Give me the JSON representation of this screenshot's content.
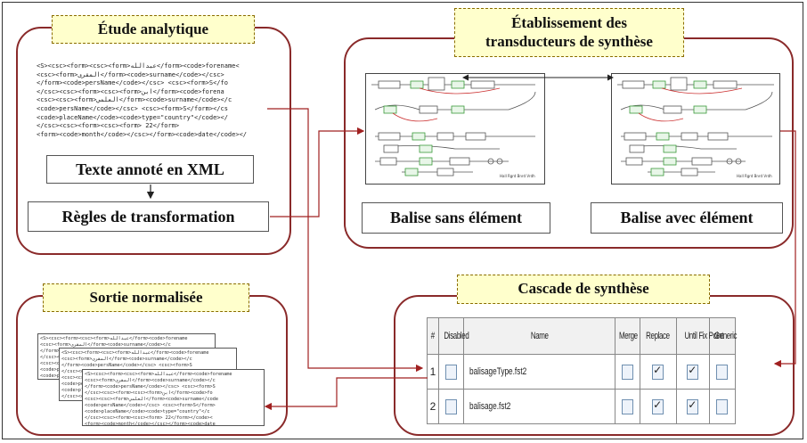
{
  "panels": {
    "etude": {
      "title": "Étude analytique"
    },
    "etablissement": {
      "title_line1": "Établissement des",
      "title_line2": "transducteurs de synthèse"
    },
    "sortie": {
      "title": "Sortie normalisée"
    },
    "cascade": {
      "title": "Cascade de synthèse"
    }
  },
  "boxes": {
    "texte_xml": "Texte annoté en XML",
    "regles": "Règles de transformation",
    "balise_sans": "Balise sans élément",
    "balise_avec": "Balise avec élément"
  },
  "xml_lines": [
    "<S><csc><form><csc><form>عبدالله</form><code>forename<",
    "<csc><form>المقرى</form><code>surname</code></csc>",
    "</form><code>persName</code></csc> <csc><form>S</fo",
    "</csc><csc><form><csc><form>ابن</form><code>forena",
    "<csc><csc><form>العلمي</form><code>surname</code></c",
    "<code>persName</code></csc> <csc><form>S</form></cs",
    "<code>placeName</code><code>type=\"country\"</code></",
    "</csc><csc><form><csc><form> 22</form>",
    "<form><code>month</code></csc></form><code>date</code></"
  ],
  "sheet_lines": [
    "<S><csc><form><csc><form>عبدالله</form><code>forename",
    "<csc><form>المقرى</form><code>surname</code></c",
    "</form><code>persName</code></csc> <csc><form>S",
    "</csc><csc><form><csc><form>ابن</form><code>fo",
    "<csc><csc><form>العلمي</form><code>surname</code",
    "<code>persName</code></csc> <csc><form>S</form>",
    "<code>placeName</code><code>type=\"country\"</c",
    "</csc><csc><form><csc><form> 22</form></code><",
    "<form><code>month</code></csc></form><code>date"
  ],
  "cascade_table": {
    "headers": [
      "#",
      "Disabled",
      "Name",
      "Merge",
      "Replace",
      "Until Fix Point",
      "Generic"
    ],
    "rows": [
      {
        "num": "1",
        "name": "balisageType.fst2",
        "disabled": false,
        "merge": false,
        "replace": true,
        "until_fix_point": true,
        "generic": false
      },
      {
        "num": "2",
        "name": "balisage.fst2",
        "disabled": false,
        "merge": false,
        "replace": true,
        "until_fix_point": true,
        "generic": false
      }
    ]
  },
  "colors": {
    "panel_border": "#8a2a2a",
    "tag_fill": "#ffffcc",
    "tag_border": "#8a6d00",
    "arrow": "#a02020",
    "graph_green": "#3a9a3a",
    "graph_red": "#cc3333"
  }
}
